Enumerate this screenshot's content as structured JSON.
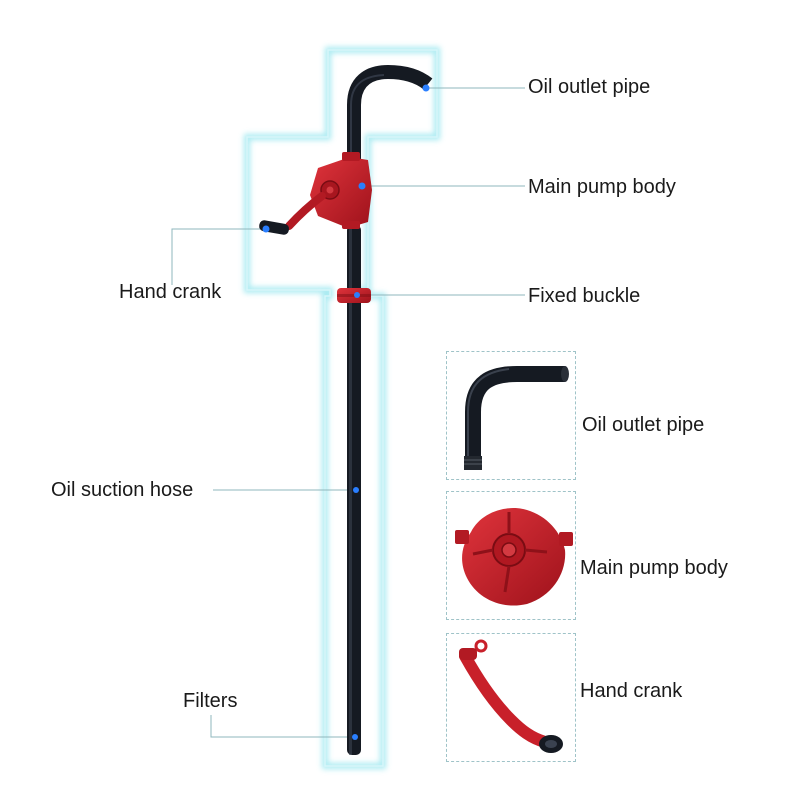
{
  "labels": {
    "oil_outlet_pipe": "Oil outlet pipe",
    "main_pump_body": "Main pump body",
    "hand_crank": "Hand crank",
    "fixed_buckle": "Fixed buckle",
    "oil_suction_hose": "Oil suction hose",
    "filters": "Filters"
  },
  "detail_labels": {
    "pipe": "Oil outlet pipe",
    "pump": "Main pump body",
    "crank": "Hand crank"
  },
  "colors": {
    "outline_glow": "#9fe8f0",
    "leader_line": "#8fb7bd",
    "pump_red": "#c8202a",
    "hose_black": "#151a22",
    "marker_blue": "#2a7fff"
  }
}
